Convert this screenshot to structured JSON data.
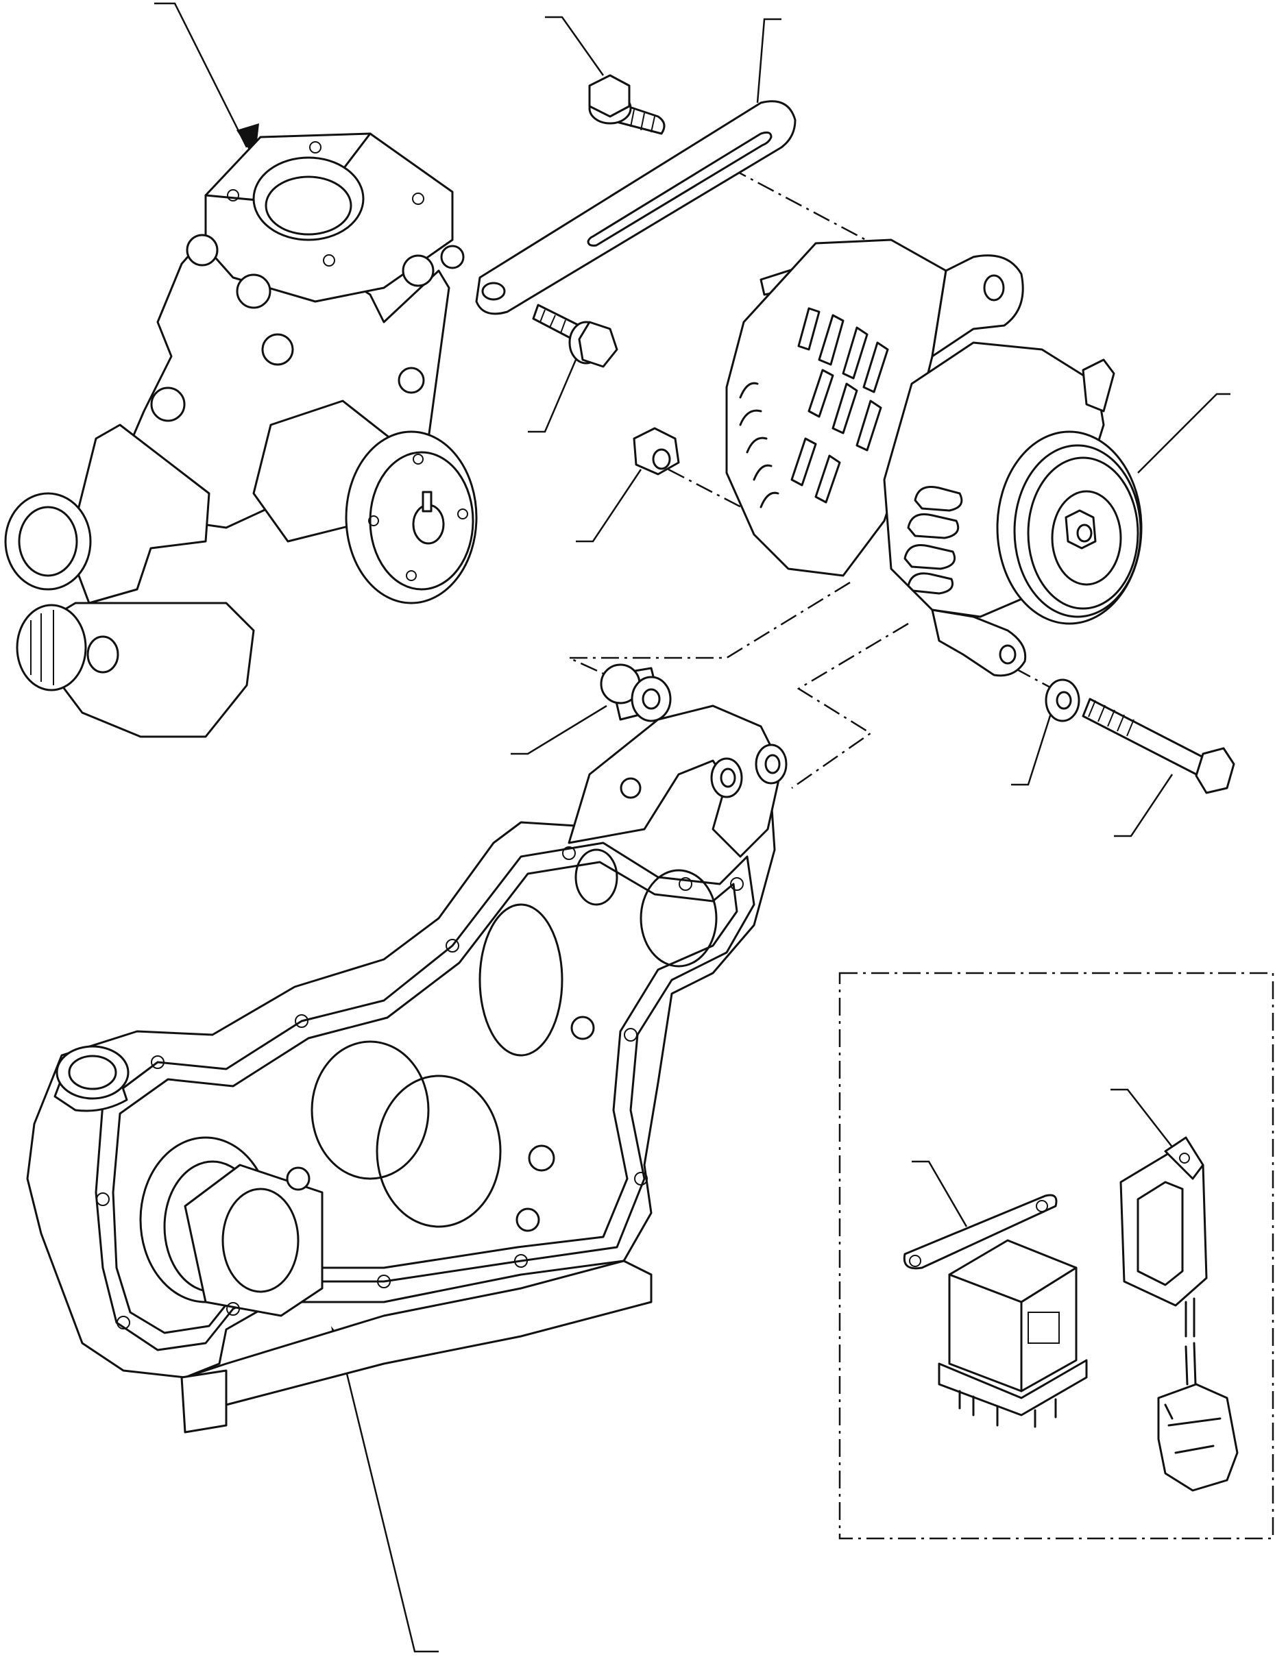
{
  "diagram": {
    "type": "exploded-parts-view",
    "labels": [],
    "components": [
      "water-pump",
      "alternator-adjusting-bar",
      "flange-bolt",
      "alternator",
      "nut",
      "spacer-collar",
      "washer",
      "long-bolt",
      "front-gear-case",
      "relay",
      "sensor-with-connector"
    ],
    "line_color": "#111111",
    "background": "#ffffff"
  }
}
